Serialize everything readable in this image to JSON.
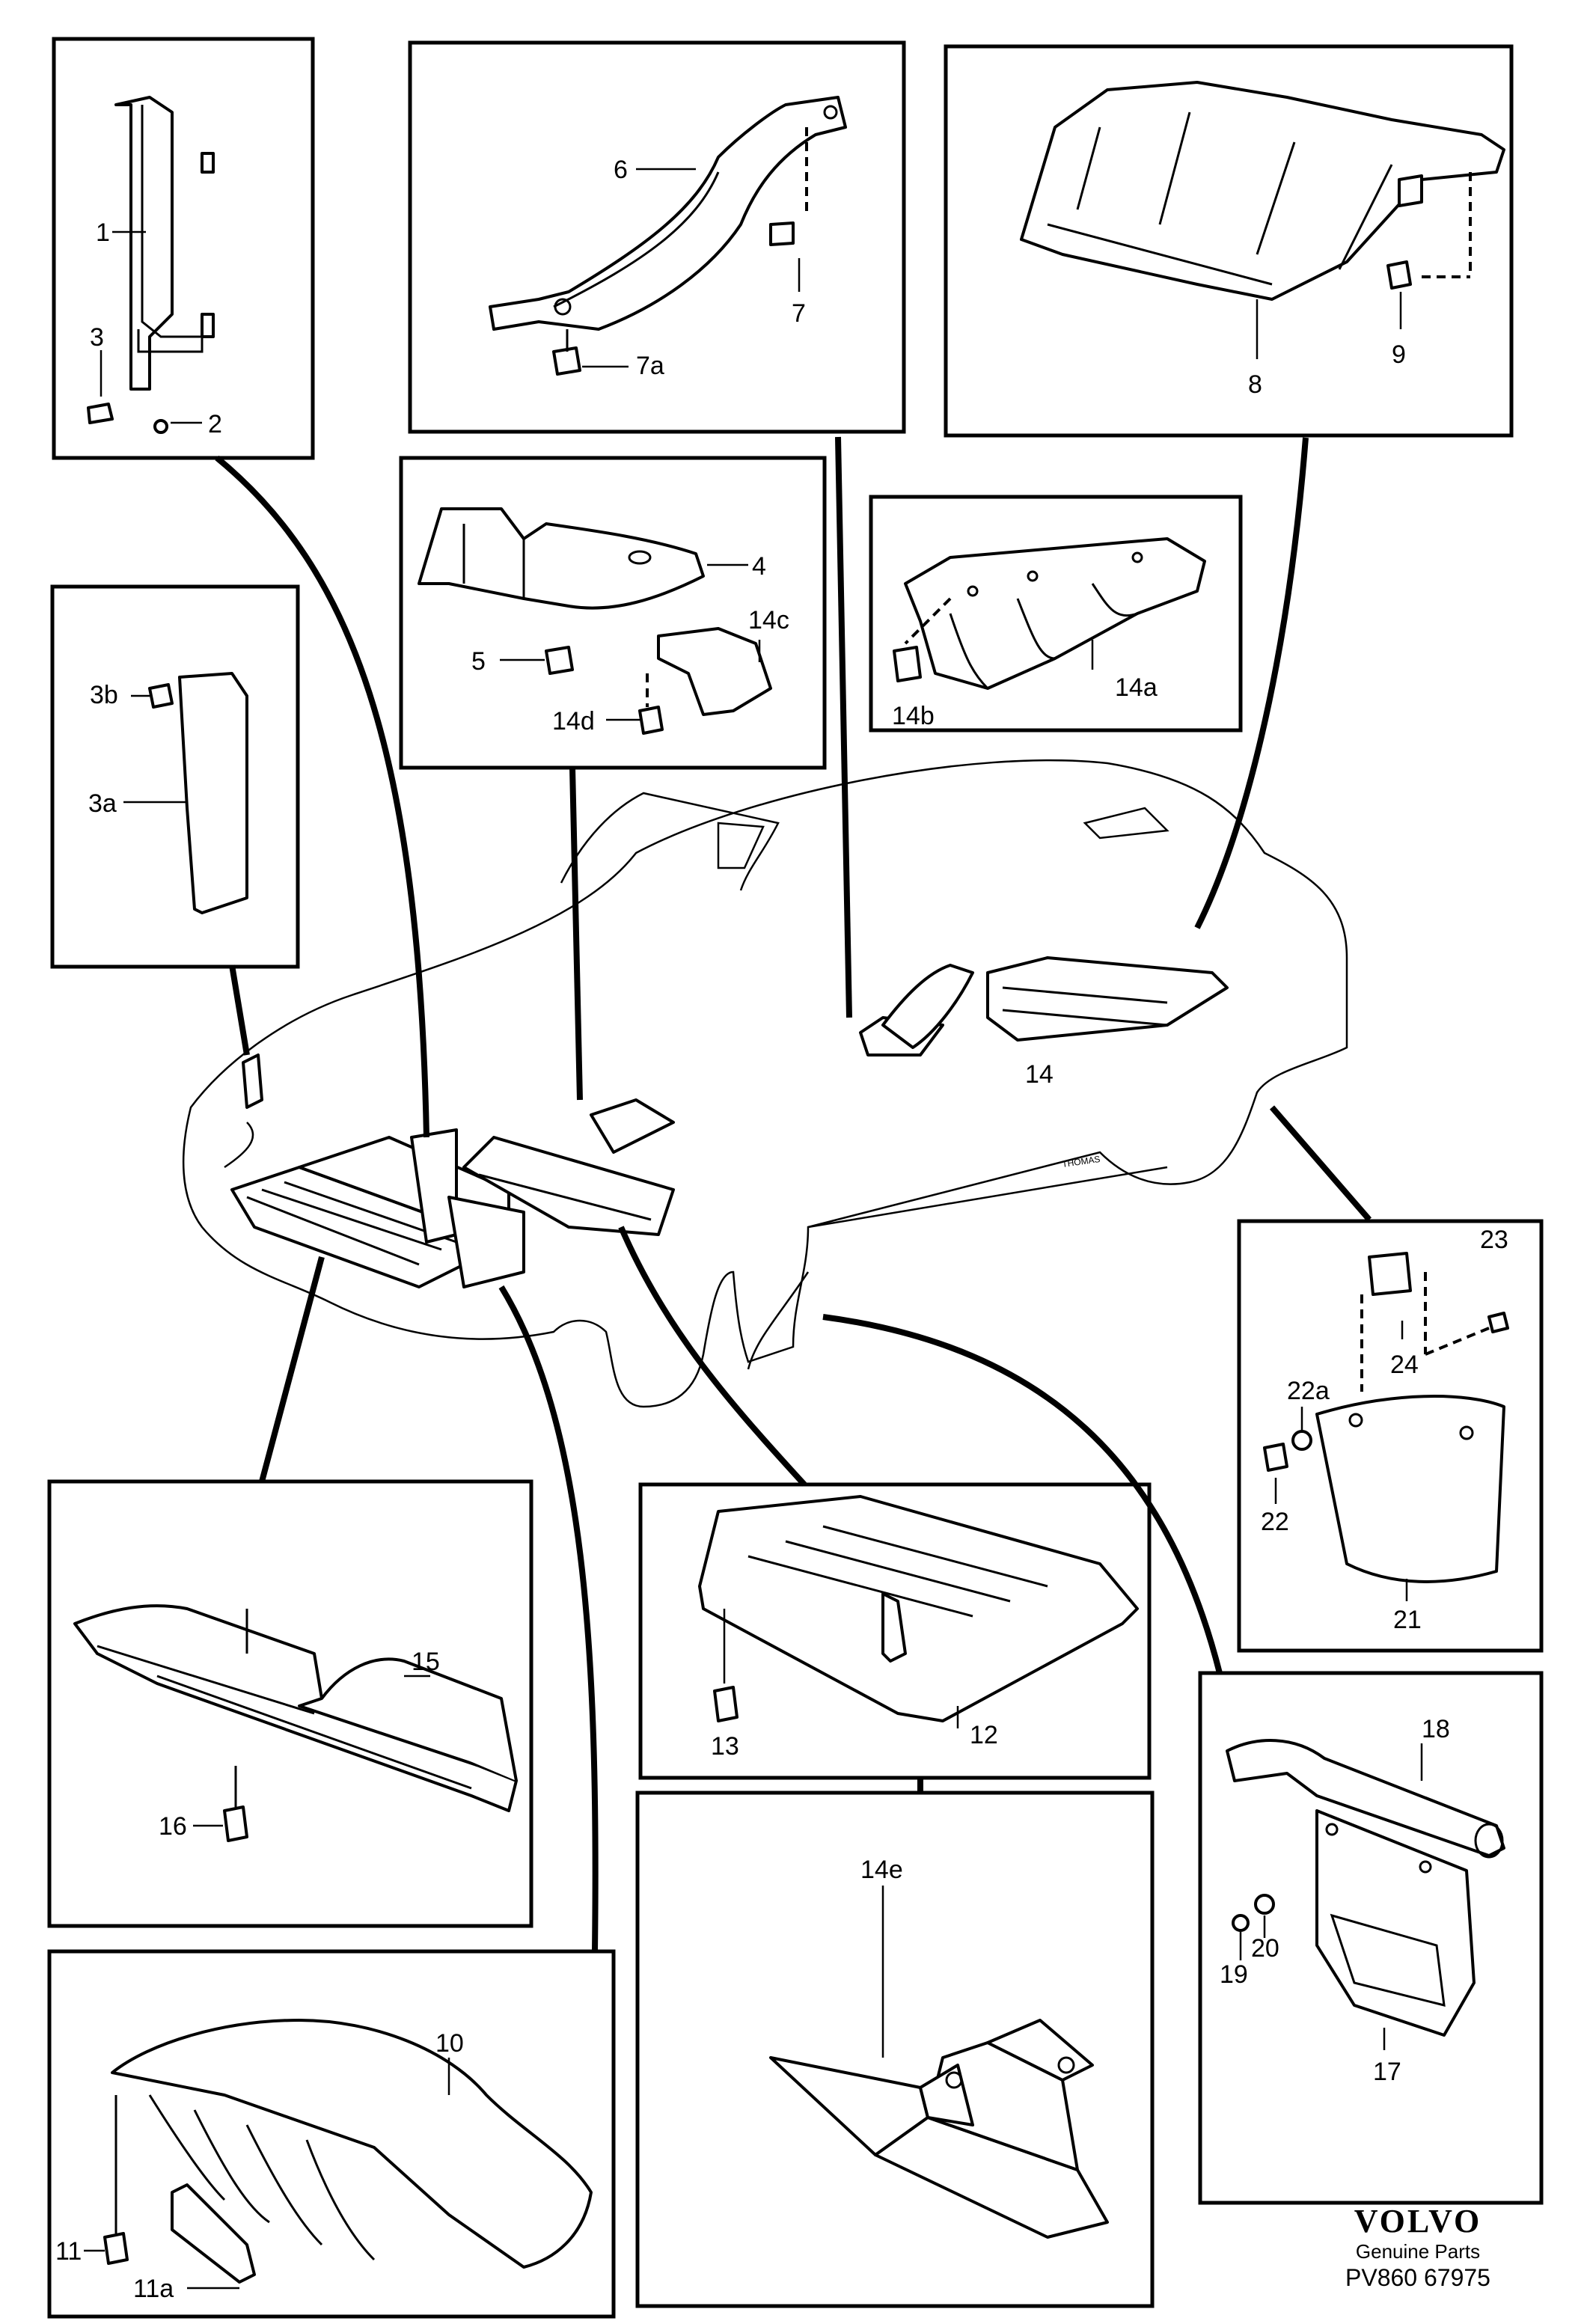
{
  "parts": {
    "p1": "1",
    "p2": "2",
    "p3": "3",
    "p3a": "3a",
    "p3b": "3b",
    "p4": "4",
    "p5": "5",
    "p6": "6",
    "p7": "7",
    "p7a": "7a",
    "p8": "8",
    "p9": "9",
    "p10": "10",
    "p11": "11",
    "p11a": "11a",
    "p12": "12",
    "p13": "13",
    "p14": "14",
    "p14a": "14a",
    "p14b": "14b",
    "p14c": "14c",
    "p14d": "14d",
    "p14e": "14e",
    "p15": "15",
    "p16": "16",
    "p17": "17",
    "p18": "18",
    "p19": "19",
    "p20": "20",
    "p21": "21",
    "p22": "22",
    "p22a": "22a",
    "p23": "23",
    "p24": "24"
  },
  "car_marking": "THOMAS",
  "brand": {
    "name": "VOLVO",
    "subtitle": "Genuine Parts",
    "code": "PV860 67975"
  }
}
